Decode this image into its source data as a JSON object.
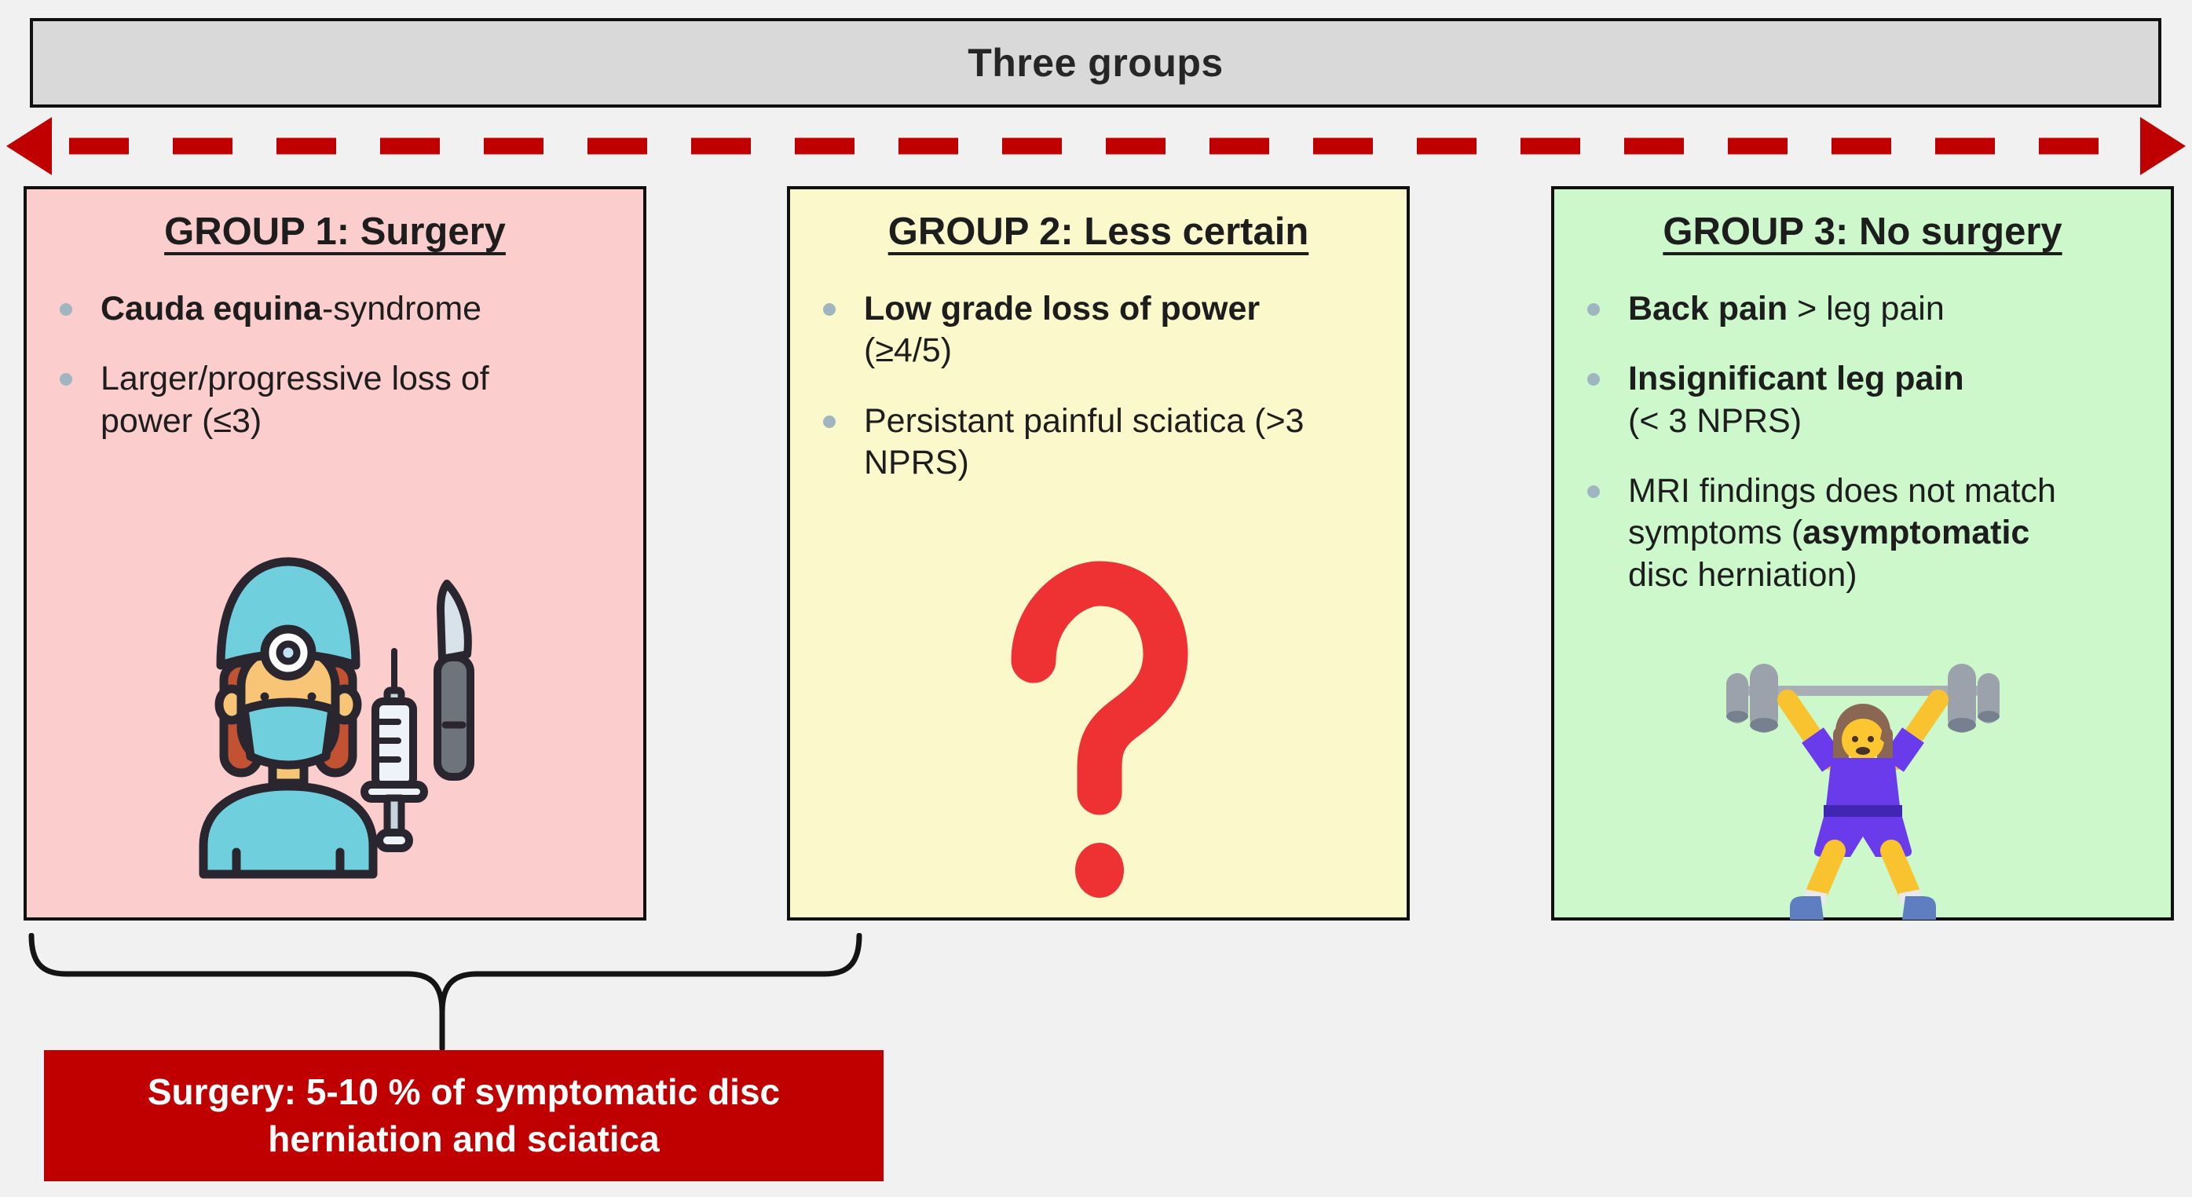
{
  "colors": {
    "background": "#F1F1F2",
    "header-bg": "#D9D9D9",
    "text": "#1D1D1D",
    "bullet-dot": "#9FB6C0",
    "arrow-red": "#C00000",
    "question-red": "#EE3133",
    "group1-bg": "#FBCDCD",
    "group2-bg": "#FBF9CB",
    "group3-bg": "#CCF8CC",
    "conclusion-bg": "#C00000",
    "conclusion-text": "#FFFFFF"
  },
  "header": {
    "title": "Three groups"
  },
  "icons": {
    "arrow": "dashed-double-arrow",
    "group1": "surgeon-icon",
    "group2": "question-mark-icon",
    "group3": "weightlifter-icon"
  },
  "groups": [
    {
      "title": "GROUP 1: Surgery",
      "bullets": [
        {
          "pre": "",
          "bold": "Cauda equina",
          "post": "-syndrome"
        },
        {
          "pre": "Larger/progressive loss of\npower (≤3)",
          "bold": "",
          "post": ""
        }
      ]
    },
    {
      "title": "GROUP 2: Less certain",
      "bullets": [
        {
          "pre": "",
          "bold": "Low grade loss of power",
          "post": "\n(≥4/5)"
        },
        {
          "pre": "Persistant painful sciatica (>3\nNPRS)",
          "bold": "",
          "post": ""
        }
      ]
    },
    {
      "title": "GROUP 3: No surgery",
      "bullets": [
        {
          "pre": "",
          "bold": "Back pain",
          "post": " > leg pain"
        },
        {
          "pre": "",
          "bold": "Insignificant leg pain",
          "post": "\n(< 3 NPRS)"
        },
        {
          "pre": "MRI findings does not match\nsymptoms (",
          "bold": "asymptomatic",
          "post": "\ndisc herniation)"
        }
      ]
    }
  ],
  "conclusion": {
    "text": "Surgery: 5-10 % of symptomatic disc\nherniation and sciatica"
  }
}
